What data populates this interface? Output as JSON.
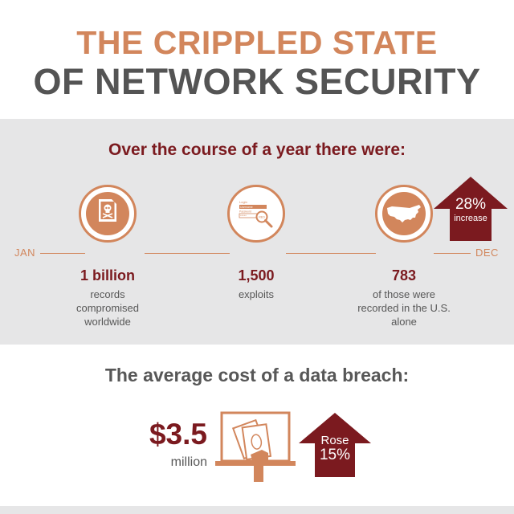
{
  "header": {
    "title_line1": "THE CRIPPLED STATE",
    "title_line2": "OF NETWORK SECURITY"
  },
  "timeline": {
    "heading": "Over the course of a year there were:",
    "start_label": "JAN",
    "end_label": "DEC",
    "stats": [
      {
        "icon": "skull-document-icon",
        "value": "1 billion",
        "description": "records compromised worldwide"
      },
      {
        "icon": "login-magnifier-icon",
        "value": "1,500",
        "description": "exploits"
      },
      {
        "icon": "usa-map-icon",
        "value": "783",
        "description": "of those were recorded in the U.S. alone"
      }
    ],
    "increase": {
      "percent": "28%",
      "label": "increase"
    }
  },
  "breach": {
    "heading": "The average cost of a data breach:",
    "value": "$3.5",
    "unit": "million",
    "icon": "laptop-money-icon",
    "rise": {
      "label": "Rose",
      "percent": "15%"
    }
  },
  "login_icon_text": {
    "login": "Login",
    "username": "Username",
    "password": "Password",
    "dots": "*****",
    "button": "RED"
  },
  "colors": {
    "accent": "#d2865c",
    "dark_red": "#7b1a1f",
    "gray_text": "#545454",
    "band": "#e6e6e7"
  }
}
